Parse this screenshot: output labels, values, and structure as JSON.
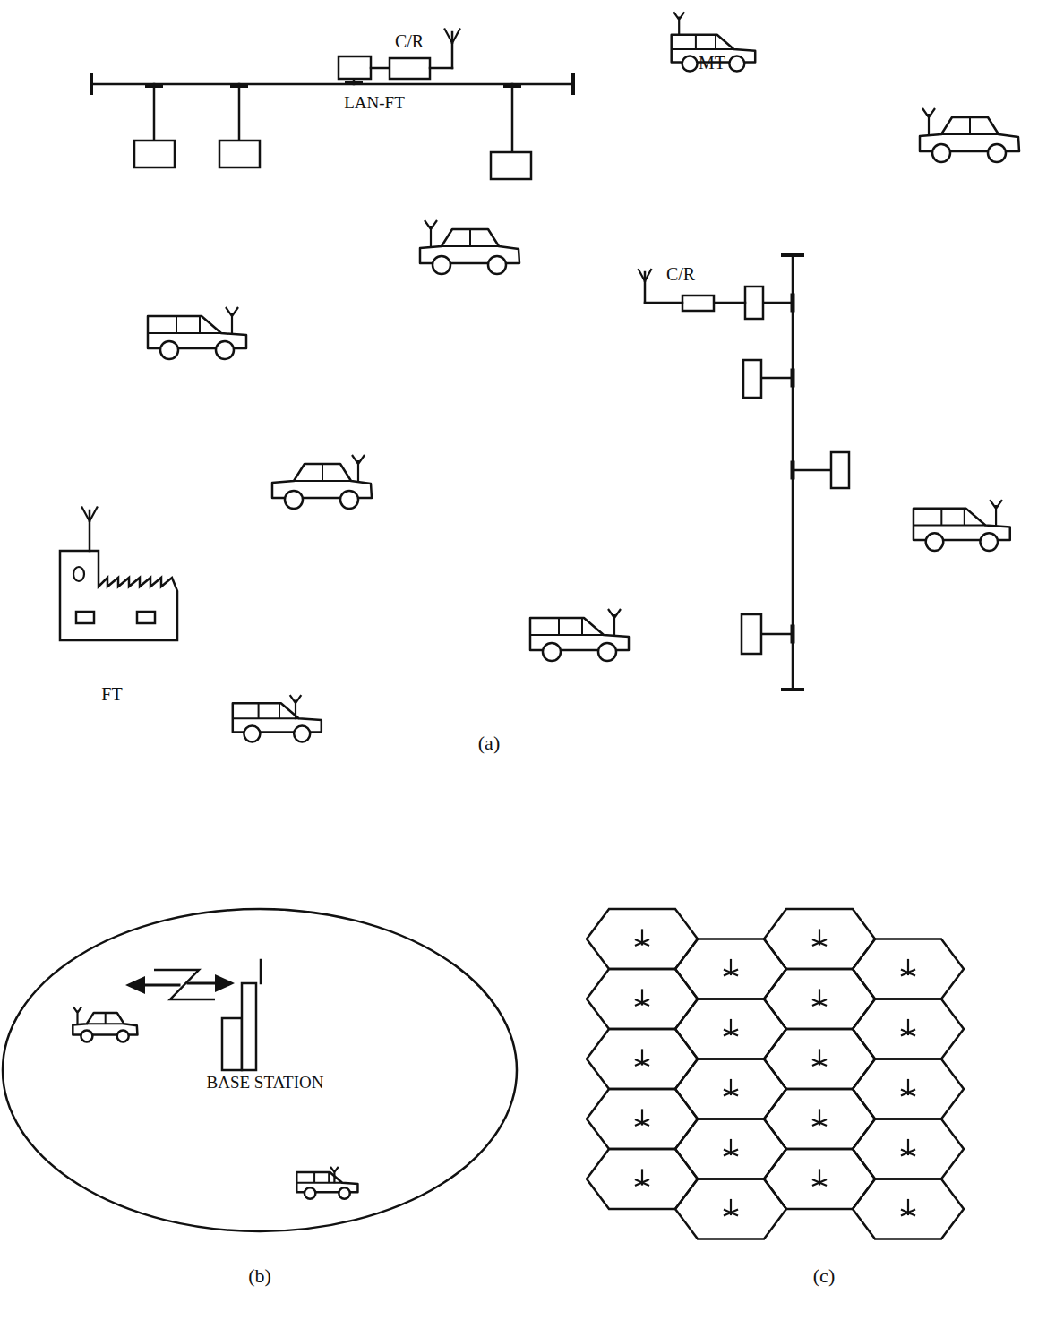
{
  "diagram": {
    "labels": [
      "C/R",
      "MT",
      "LAN-FT",
      "C/R",
      "FT",
      "(a)",
      "BASE STATION",
      "(b)",
      "(c)"
    ]
  }
}
